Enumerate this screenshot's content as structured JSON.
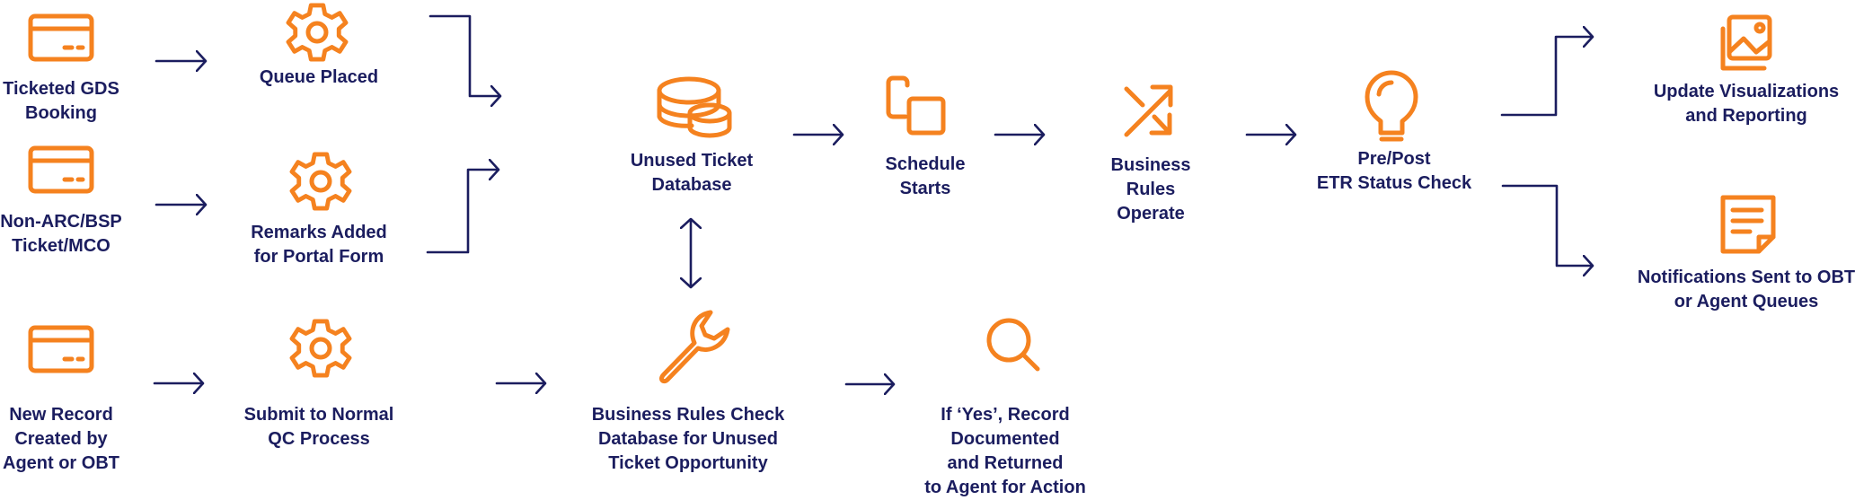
{
  "colors": {
    "accent": "#f5821f",
    "ink": "#1b1d5f",
    "background": "#ffffff"
  },
  "nodes": [
    {
      "id": "ticketed-gds",
      "icon": "browser-window-icon",
      "lines": [
        "Ticketed GDS",
        "Booking"
      ]
    },
    {
      "id": "queue-placed",
      "icon": "gear-icon",
      "lines": [
        "Queue Placed"
      ]
    },
    {
      "id": "non-arc",
      "icon": "browser-window-icon",
      "lines": [
        "Non-ARC/BSP",
        "Ticket/MCO"
      ]
    },
    {
      "id": "remarks-added",
      "icon": "gear-icon",
      "lines": [
        "Remarks Added",
        "for Portal Form"
      ]
    },
    {
      "id": "new-record",
      "icon": "browser-window-icon",
      "lines": [
        "New Record",
        "Created by",
        "Agent or OBT"
      ]
    },
    {
      "id": "submit-qc",
      "icon": "gear-icon",
      "lines": [
        "Submit to Normal",
        "QC Process"
      ]
    },
    {
      "id": "unused-db",
      "icon": "coins-icon",
      "lines": [
        "Unused Ticket",
        "Database"
      ]
    },
    {
      "id": "rules-check",
      "icon": "wrench-icon",
      "lines": [
        "Business Rules Check",
        "Database for Unused",
        "Ticket Opportunity"
      ]
    },
    {
      "id": "schedule-starts",
      "icon": "copy-icon",
      "lines": [
        "Schedule",
        "Starts"
      ]
    },
    {
      "id": "record-documented",
      "icon": "magnifier-icon",
      "lines": [
        "If ‘Yes’, Record",
        "Documented",
        "and Returned",
        "to Agent for Action"
      ]
    },
    {
      "id": "business-rules",
      "icon": "shuffle-icon",
      "lines": [
        "Business",
        "Rules",
        "Operate"
      ]
    },
    {
      "id": "status-check",
      "icon": "lightbulb-icon",
      "lines": [
        "Pre/Post",
        "ETR Status Check"
      ]
    },
    {
      "id": "update-viz",
      "icon": "image-gallery-icon",
      "lines": [
        "Update Visualizations",
        "and Reporting"
      ]
    },
    {
      "id": "notifications",
      "icon": "note-icon",
      "lines": [
        "Notifications Sent to OBT",
        "or Agent Queues"
      ]
    }
  ]
}
